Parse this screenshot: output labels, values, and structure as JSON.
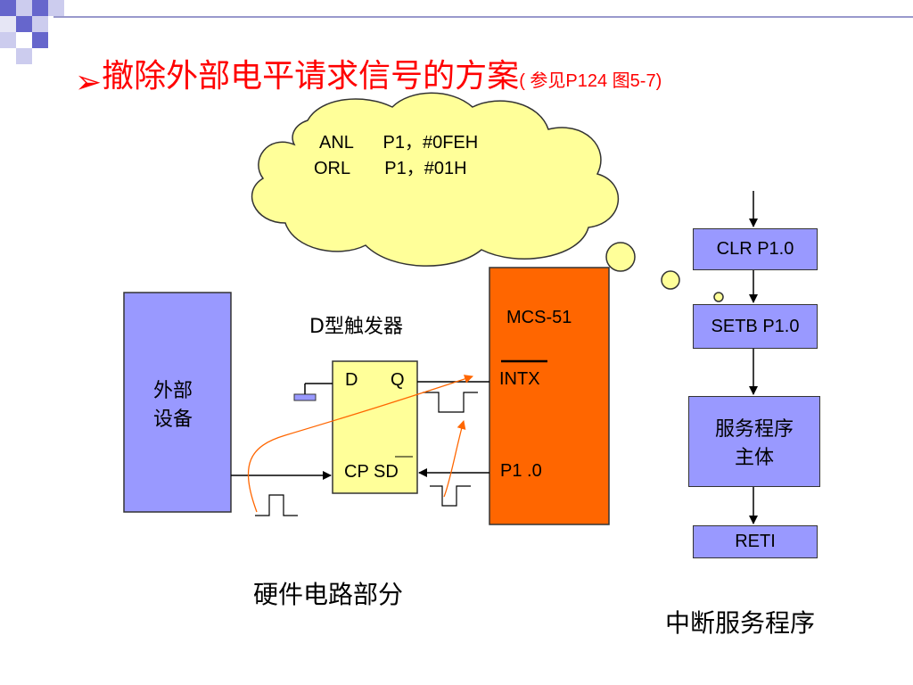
{
  "title": {
    "main": "撤除外部电平请求信号的方案",
    "ref": "( 参见P124  图5-7)"
  },
  "cloud": {
    "line1": "ANL      P1，#0FEH",
    "line2": "ORL       P1，#01H"
  },
  "hardware": {
    "ext_device_line1": "外部",
    "ext_device_line2": "设备",
    "dff_title": "D型触发器",
    "dff_d": "D",
    "dff_q": "Q",
    "dff_cp_sd": "CP SD",
    "mcu_label": "MCS-51",
    "intx_label": "INTX",
    "p10_label": "P1 .0",
    "caption": "硬件电路部分"
  },
  "isr": {
    "step1": "CLR P1.0",
    "step2": "SETB P1.0",
    "step3_line1": "服务程序",
    "step3_line2": "主体",
    "step4": "RETI",
    "caption": "中断服务程序"
  },
  "colors": {
    "title": "#ff0000",
    "cloud_fill": "#ffff99",
    "device_fill": "#9999ff",
    "mcu_fill": "#ff6600",
    "dff_fill": "#ffff99",
    "curve": "#ff6600",
    "deco_dark": "#6666cc",
    "deco_light": "#ccccee"
  }
}
